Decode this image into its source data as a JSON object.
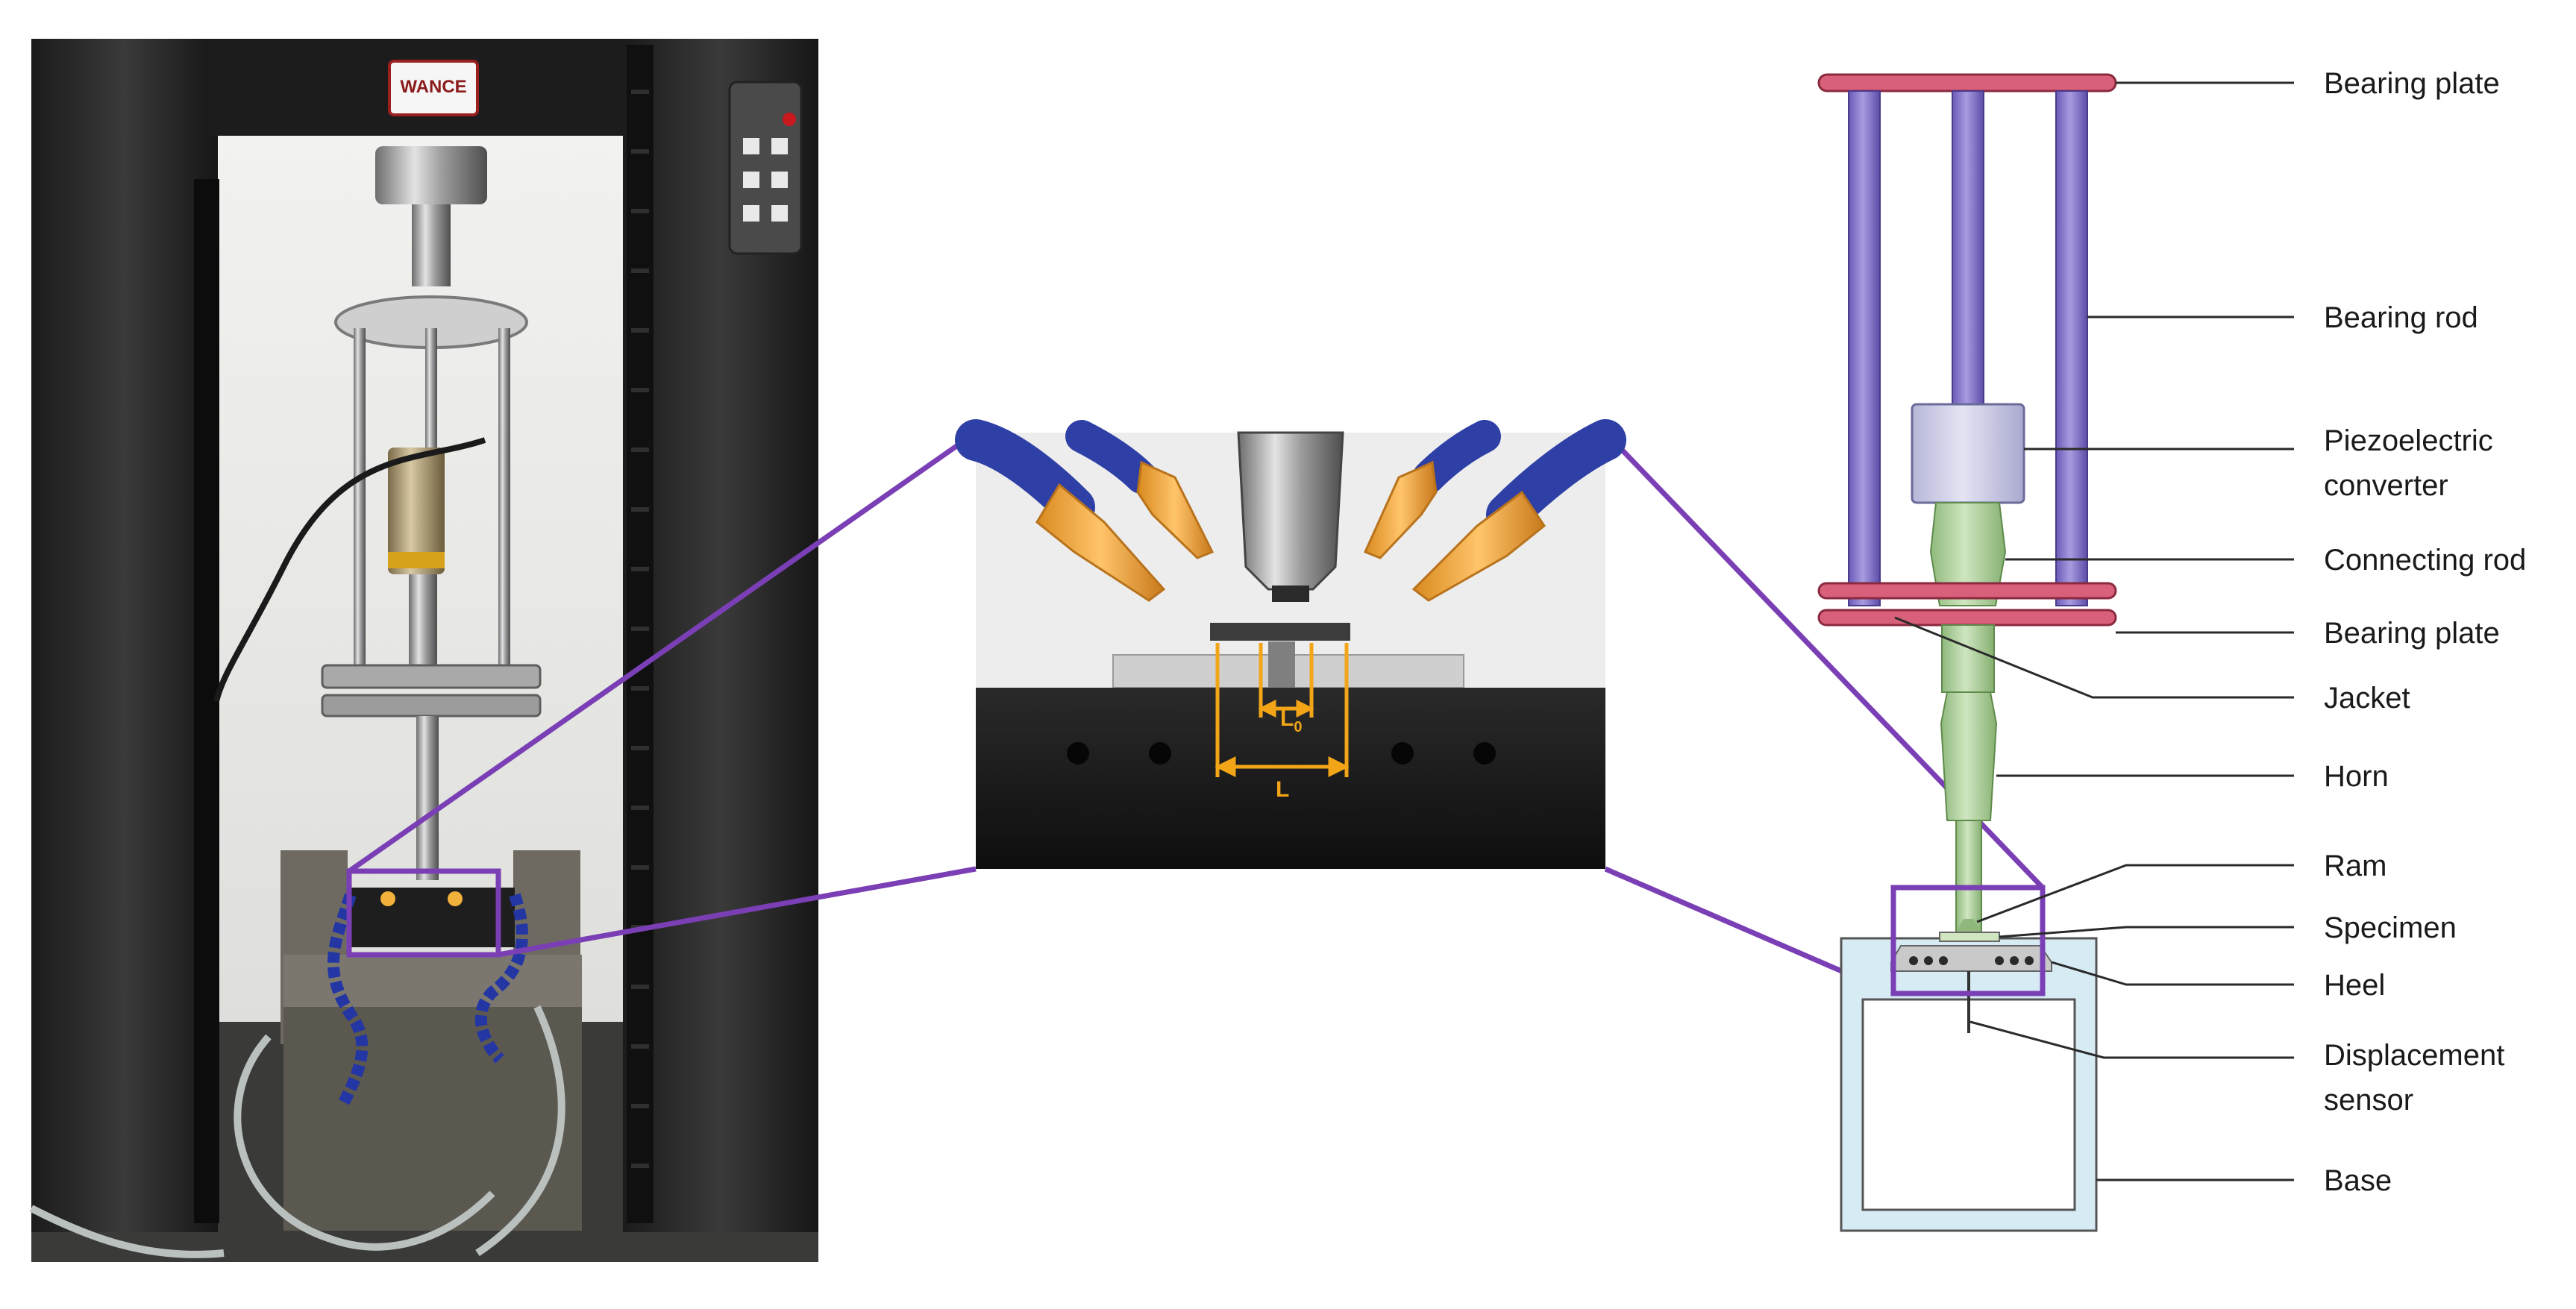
{
  "photo": {
    "brand_label": "WANCE"
  },
  "zoom": {
    "dim_small_label": "L",
    "dim_small_subscript": "0",
    "dim_large_label": "L"
  },
  "schematic": {
    "labels": [
      "Bearing plate",
      "Bearing rod",
      "Piezoelectric",
      "converter",
      "Connecting rod",
      "Bearing plate",
      "Jacket",
      "Horn",
      "Ram",
      "Specimen",
      "Heel",
      "Displacement",
      "sensor",
      "Base"
    ]
  },
  "colors": {
    "highlight": "#7B3FB5",
    "plate": "#D9607A",
    "rod": "#7F6CC6",
    "converter": "#C9C9E6",
    "horn": "#A9CE95",
    "base": "#D7EBF5",
    "dimension": "#F2A516",
    "nozzle_blue": "#2E3FA6",
    "nozzle_orange": "#F2A63B"
  }
}
